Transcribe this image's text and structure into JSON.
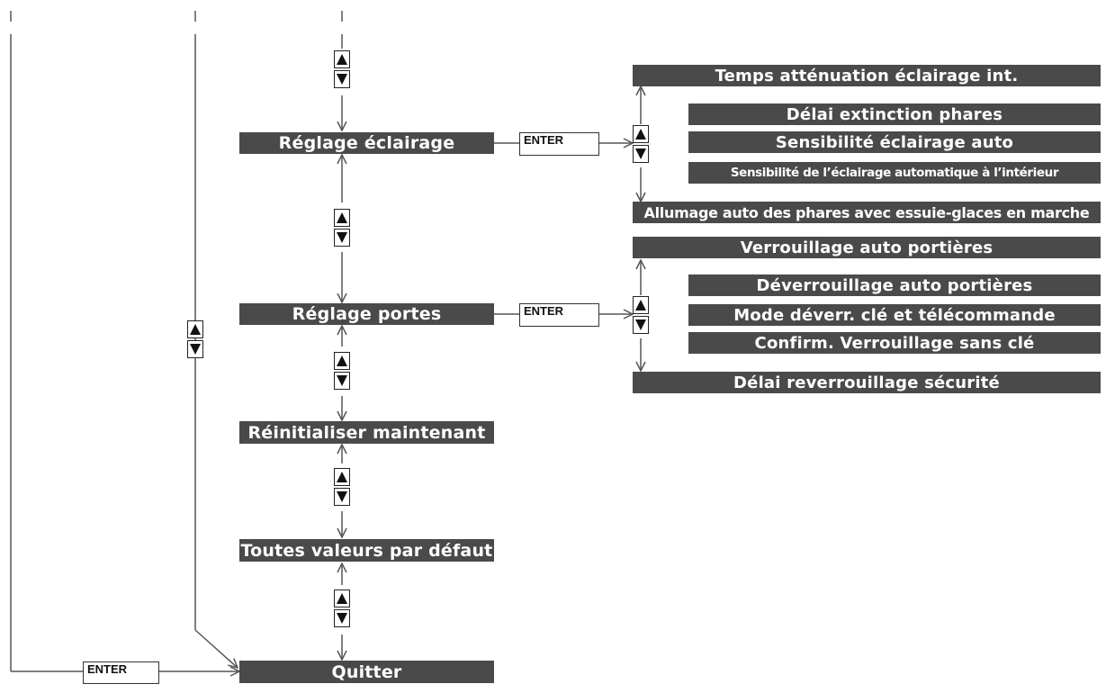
{
  "colors": {
    "box_fill": "#4a4a4a",
    "box_text": "#ffffff",
    "line": "#555555"
  },
  "enter_label": "ENTER",
  "main_menu": {
    "lighting": "Réglage éclairage",
    "doors": "Réglage portes",
    "reset_now": "Réinitialiser maintenant",
    "all_defaults": "Toutes valeurs par défaut",
    "quit": "Quitter"
  },
  "lighting_menu": {
    "dimming_time": "Temps atténuation éclairage int.",
    "headlight_off_delay": "Délai extinction phares",
    "auto_light_sensitivity": "Sensibilité éclairage auto",
    "interior_auto_light_sensitivity": "Sensibilité de l’éclairage automatique à l’intérieur",
    "auto_headlights_wipers": "Allumage auto des phares avec essuie-glaces en marche"
  },
  "door_menu": {
    "auto_lock": "Verrouillage auto portières",
    "auto_unlock": "Déverrouillage auto portières",
    "key_remote_unlock_mode": "Mode déverr. clé et télécommande",
    "keyless_lock_confirm": "Confirm. Verrouillage sans clé",
    "security_relock_delay": "Délai reverrouillage sécurité"
  },
  "icons": {
    "up": "up-arrow-icon",
    "down": "down-arrow-icon"
  }
}
